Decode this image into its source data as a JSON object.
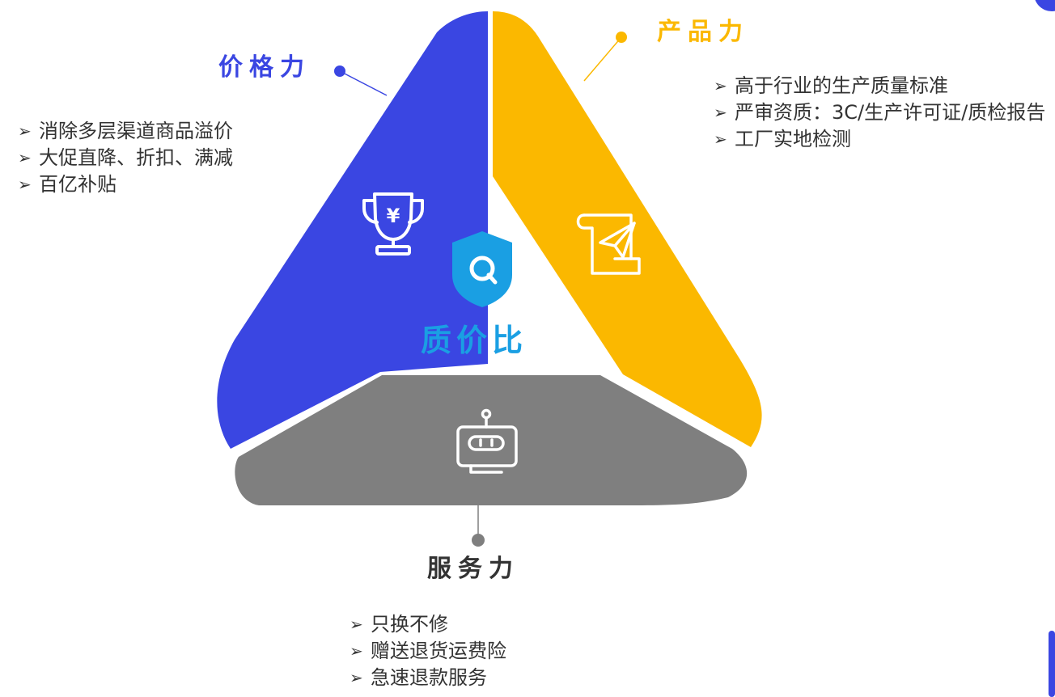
{
  "colors": {
    "price": "#3a46e2",
    "product": "#fbb800",
    "service": "#7f7f7f",
    "center": "#1a9fe3",
    "text": "#333333"
  },
  "center": {
    "title": "质价比",
    "icon": "shield-q-icon"
  },
  "price": {
    "label": "价格力",
    "icon": "trophy-yen-icon",
    "bullet": "➢",
    "items": [
      "消除多层渠道商品溢价",
      "大促直降、折扣、满减",
      "百亿补贴"
    ]
  },
  "product": {
    "label": "产品力",
    "icon": "certificate-paper-plane-icon",
    "bullet": "➢",
    "items": [
      "高于行业的生产质量标准",
      "严审资质：3C/生产许可证/质检报告",
      "工厂实地检测"
    ]
  },
  "service": {
    "label": "服务力",
    "icon": "robot-service-icon",
    "bullet": "➢",
    "items": [
      "只换不修",
      "赠送退货运费险",
      "急速退款服务"
    ]
  }
}
